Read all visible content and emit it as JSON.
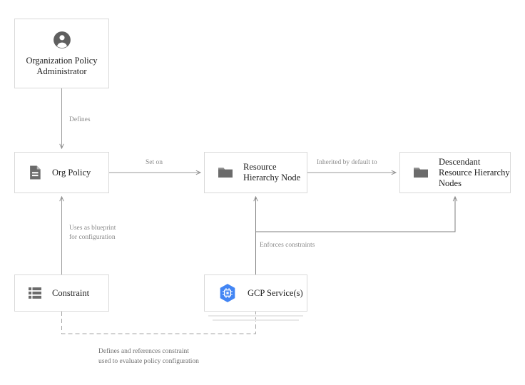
{
  "diagram": {
    "title": "GCP Organization Policy architecture diagram",
    "colors": {
      "box_border": "#d9d9d9",
      "icon_gray": "#6b6b6b",
      "edge_gray": "#9a9a9a",
      "label_gray": "#8a8a8a",
      "gcp_blue": "#4285f4",
      "background": "#ffffff"
    },
    "nodes": [
      {
        "id": "org-policy-administrator",
        "label": "Organization Policy\nAdministrator",
        "icon": "person-account-icon",
        "layout": "centered"
      },
      {
        "id": "org-policy",
        "label": "Org Policy",
        "icon": "document-icon",
        "layout": "inline"
      },
      {
        "id": "resource-hierarchy-node",
        "label": "Resource\nHierarchy Node",
        "icon": "folder-icon",
        "layout": "inline"
      },
      {
        "id": "descendant-resource-hierarchy-nodes",
        "label": "Descendant\nResource Hierarchy\nNodes",
        "icon": "folder-icon",
        "layout": "inline"
      },
      {
        "id": "constraint",
        "label": "Constraint",
        "icon": "list-rows-icon",
        "layout": "inline"
      },
      {
        "id": "gcp-services",
        "label": "GCP Service(s)",
        "icon": "gcp-hexagon-chip-icon",
        "layout": "inline"
      }
    ],
    "edges": [
      {
        "id": "defines",
        "label": "Defines",
        "from": "org-policy-administrator",
        "to": "org-policy",
        "style": "solid"
      },
      {
        "id": "set-on",
        "label": "Set on",
        "from": "org-policy",
        "to": "resource-hierarchy-node",
        "style": "solid"
      },
      {
        "id": "inherited-by-default-to",
        "label": "Inherited by default to",
        "from": "resource-hierarchy-node",
        "to": "descendant-resource-hierarchy-nodes",
        "style": "solid"
      },
      {
        "id": "uses-as-blueprint",
        "label": "Uses as blueprint\nfor configuration",
        "from": "constraint",
        "to": "org-policy",
        "style": "solid"
      },
      {
        "id": "enforces-constraints",
        "label": "Enforces constraints",
        "from": "gcp-services",
        "to": "resource-hierarchy-node",
        "style": "solid"
      },
      {
        "id": "defines-and-references-constraint",
        "label": "Defines and references constraint\nused to evaluate policy configuration",
        "from": "constraint",
        "to": "gcp-services",
        "style": "dashed"
      }
    ]
  }
}
